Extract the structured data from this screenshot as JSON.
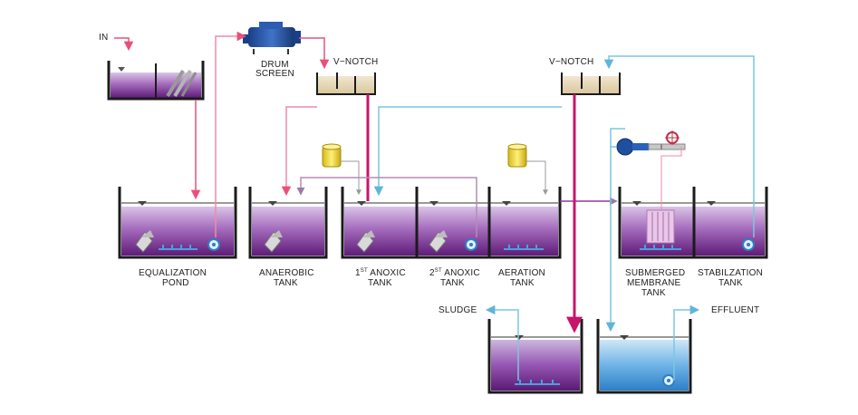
{
  "labels": {
    "in": "IN",
    "drum_screen_1": "DRUM",
    "drum_screen_2": "SCREEN",
    "vnotch_1": "V−NOTCH",
    "vnotch_2": "V−NOTCH",
    "equalization_1": "EQUALIZATION",
    "equalization_2": "POND",
    "anaerobic_1": "ANAEROBIC",
    "anaerobic_2": "TANK",
    "anoxic1_num": "1",
    "anoxic1_sup": "ST",
    "anoxic1_1": " ANOXIC",
    "anoxic1_2": "TANK",
    "anoxic2_num": "2",
    "anoxic2_sup": "ST",
    "anoxic2_1": " ANOXIC",
    "anoxic2_2": "TANK",
    "aeration_1": "AERATION",
    "aeration_2": "TANK",
    "membrane_1": "SUBMERGED",
    "membrane_2": "MEMBRANE",
    "membrane_3": "TANK",
    "stabilization_1": "STABILZATION",
    "stabilization_2": "TANK",
    "sludge": "SLUDGE",
    "effluent": "EFFLUENT"
  },
  "colors": {
    "influent_line": "#e8507a",
    "return_line": "#7cc6e0",
    "sludge_line": "#c8146a",
    "transfer_line": "#b58bb5",
    "water_purple": "#8a3a9e",
    "water_blue": "#5aa8e0",
    "tank_wall": "#1b1b1b",
    "channel_fill": "#e8dcc0"
  },
  "icons": [
    "drum-screen-icon",
    "chemical-drum-icon",
    "pump-icon",
    "valve-icon",
    "membrane-module-icon",
    "mixer-icon",
    "diffuser-icon",
    "flow-arrow-icon"
  ]
}
